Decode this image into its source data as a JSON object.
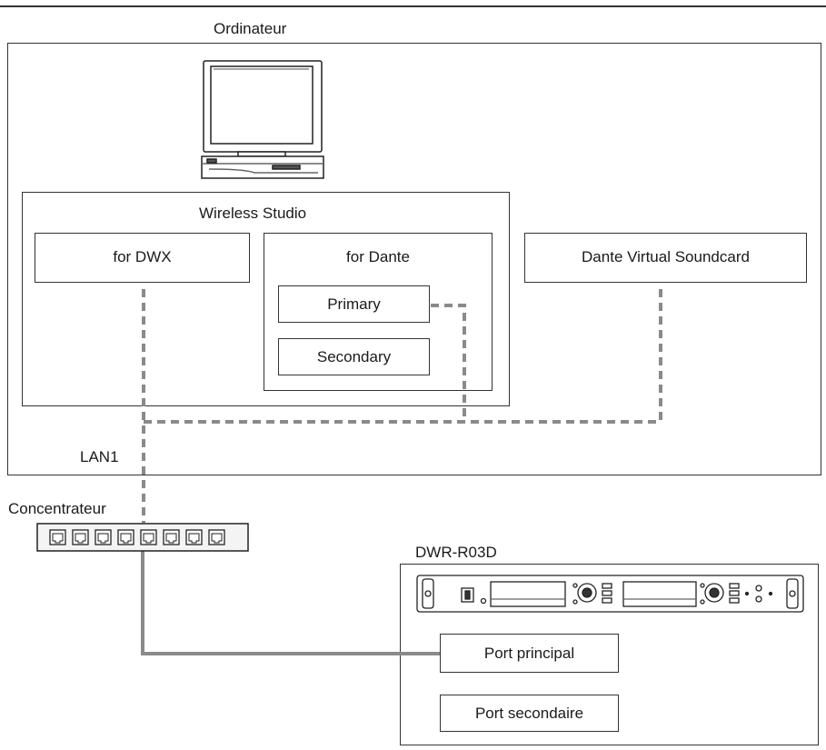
{
  "diagram": {
    "computer_label": "Ordinateur",
    "software_group_label": "Wireless Studio",
    "for_dwx_label": "for DWX",
    "for_dante_label": "for Dante",
    "primary_label": "Primary",
    "secondary_label": "Secondary",
    "dvs_label": "Dante Virtual Soundcard",
    "lan_label": "LAN1",
    "hub_label": "Concentrateur",
    "receiver_label": "DWR-R03D",
    "primary_port_label": "Port principal",
    "secondary_port_label": "Port secondaire"
  },
  "icons": [
    "desktop-computer-icon",
    "network-hub-icon",
    "rack-receiver-icon"
  ]
}
